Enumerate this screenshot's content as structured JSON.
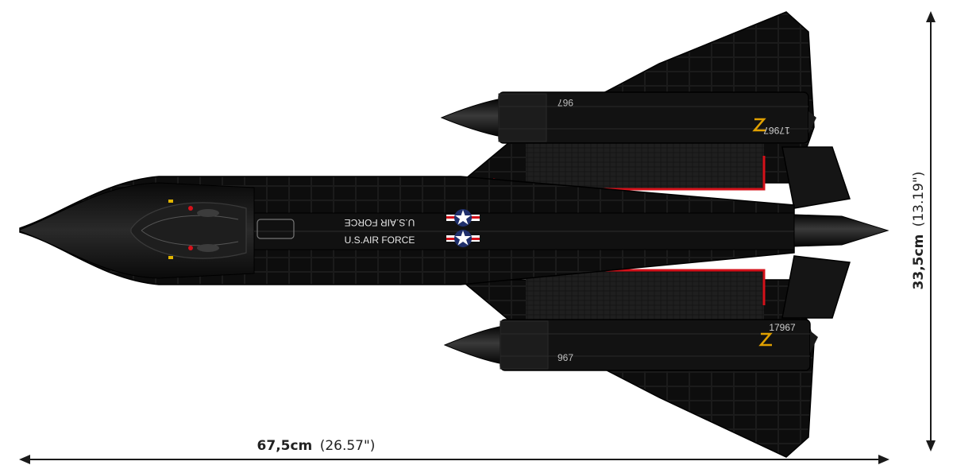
{
  "dimensions": {
    "length_metric": "67,5cm",
    "length_imperial": "(26.57\")",
    "width_metric": "33,5cm",
    "width_imperial": "(13.19\")"
  },
  "markings": {
    "upper_text": "U.S.AIR FORCE",
    "lower_text": "U.S.AIR FORCE",
    "upper_nacelle_number": "967",
    "lower_nacelle_number": "967",
    "upper_tail_number": "17967",
    "lower_tail_number": "17967"
  },
  "colors": {
    "body": "#0c0c0c",
    "panel": "#1c1c1c",
    "accent_red": "#d4111a",
    "roundel_blue": "#1f2f6b",
    "arrow": "#1a1a1a"
  }
}
